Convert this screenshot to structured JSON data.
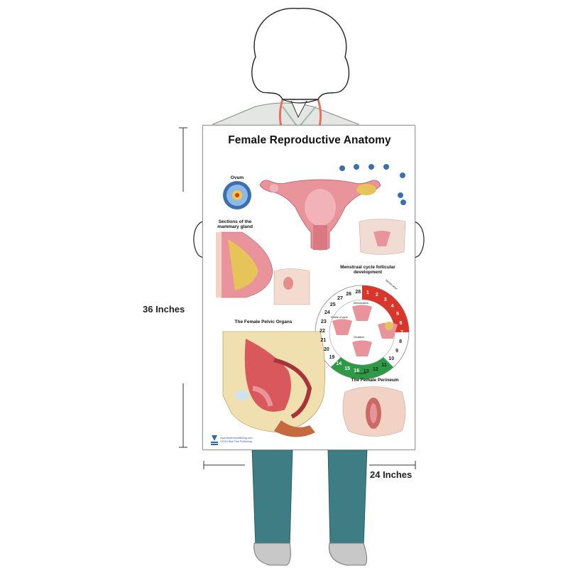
{
  "poster": {
    "title": "Female Reproductive Anatomy",
    "sections": {
      "ovum": "Ovum",
      "mammary": "Sections of the mammary gland",
      "menstrual": "Menstrual cycle follicular development",
      "pelvic": "The Female Pelvic Organs",
      "perineum": "The Female Perineum"
    },
    "cycle": {
      "days_left": [
        "25",
        "24",
        "23",
        "22",
        "21",
        "20",
        "19"
      ],
      "days_top": [
        "27",
        "26",
        "28"
      ],
      "days_right": [
        "8",
        "9",
        "10",
        "11",
        "12"
      ],
      "days_bottom_right": [
        "13"
      ],
      "days_green": [
        "16",
        "15",
        "14"
      ],
      "days_red": [
        "1",
        "2",
        "3",
        "4",
        "5",
        "6",
        "7"
      ],
      "labels": {
        "menstruation": "Menstruation",
        "ovulation": "Ovulation",
        "middle": "Middle of cycle",
        "inner_menstruation": "Menstruation",
        "inner_ovulation": "Ovulation"
      }
    },
    "footer": {
      "url": "www.bluetreepublishing.com",
      "copyright": "©2016 Blue Tree Publishing"
    }
  },
  "dimensions": {
    "height": "36 Inches",
    "width": "24 Inches"
  },
  "colors": {
    "scrubs_top": "#e4e6e3",
    "scrubs_pants": "#3f7d85",
    "stethoscope": "#e0735f",
    "skin": "#ffffff",
    "cycle_red": "#d9352b",
    "cycle_green": "#2e9a45",
    "tissue_pink": "#e9939a",
    "tissue_yellow": "#e6c45a"
  }
}
